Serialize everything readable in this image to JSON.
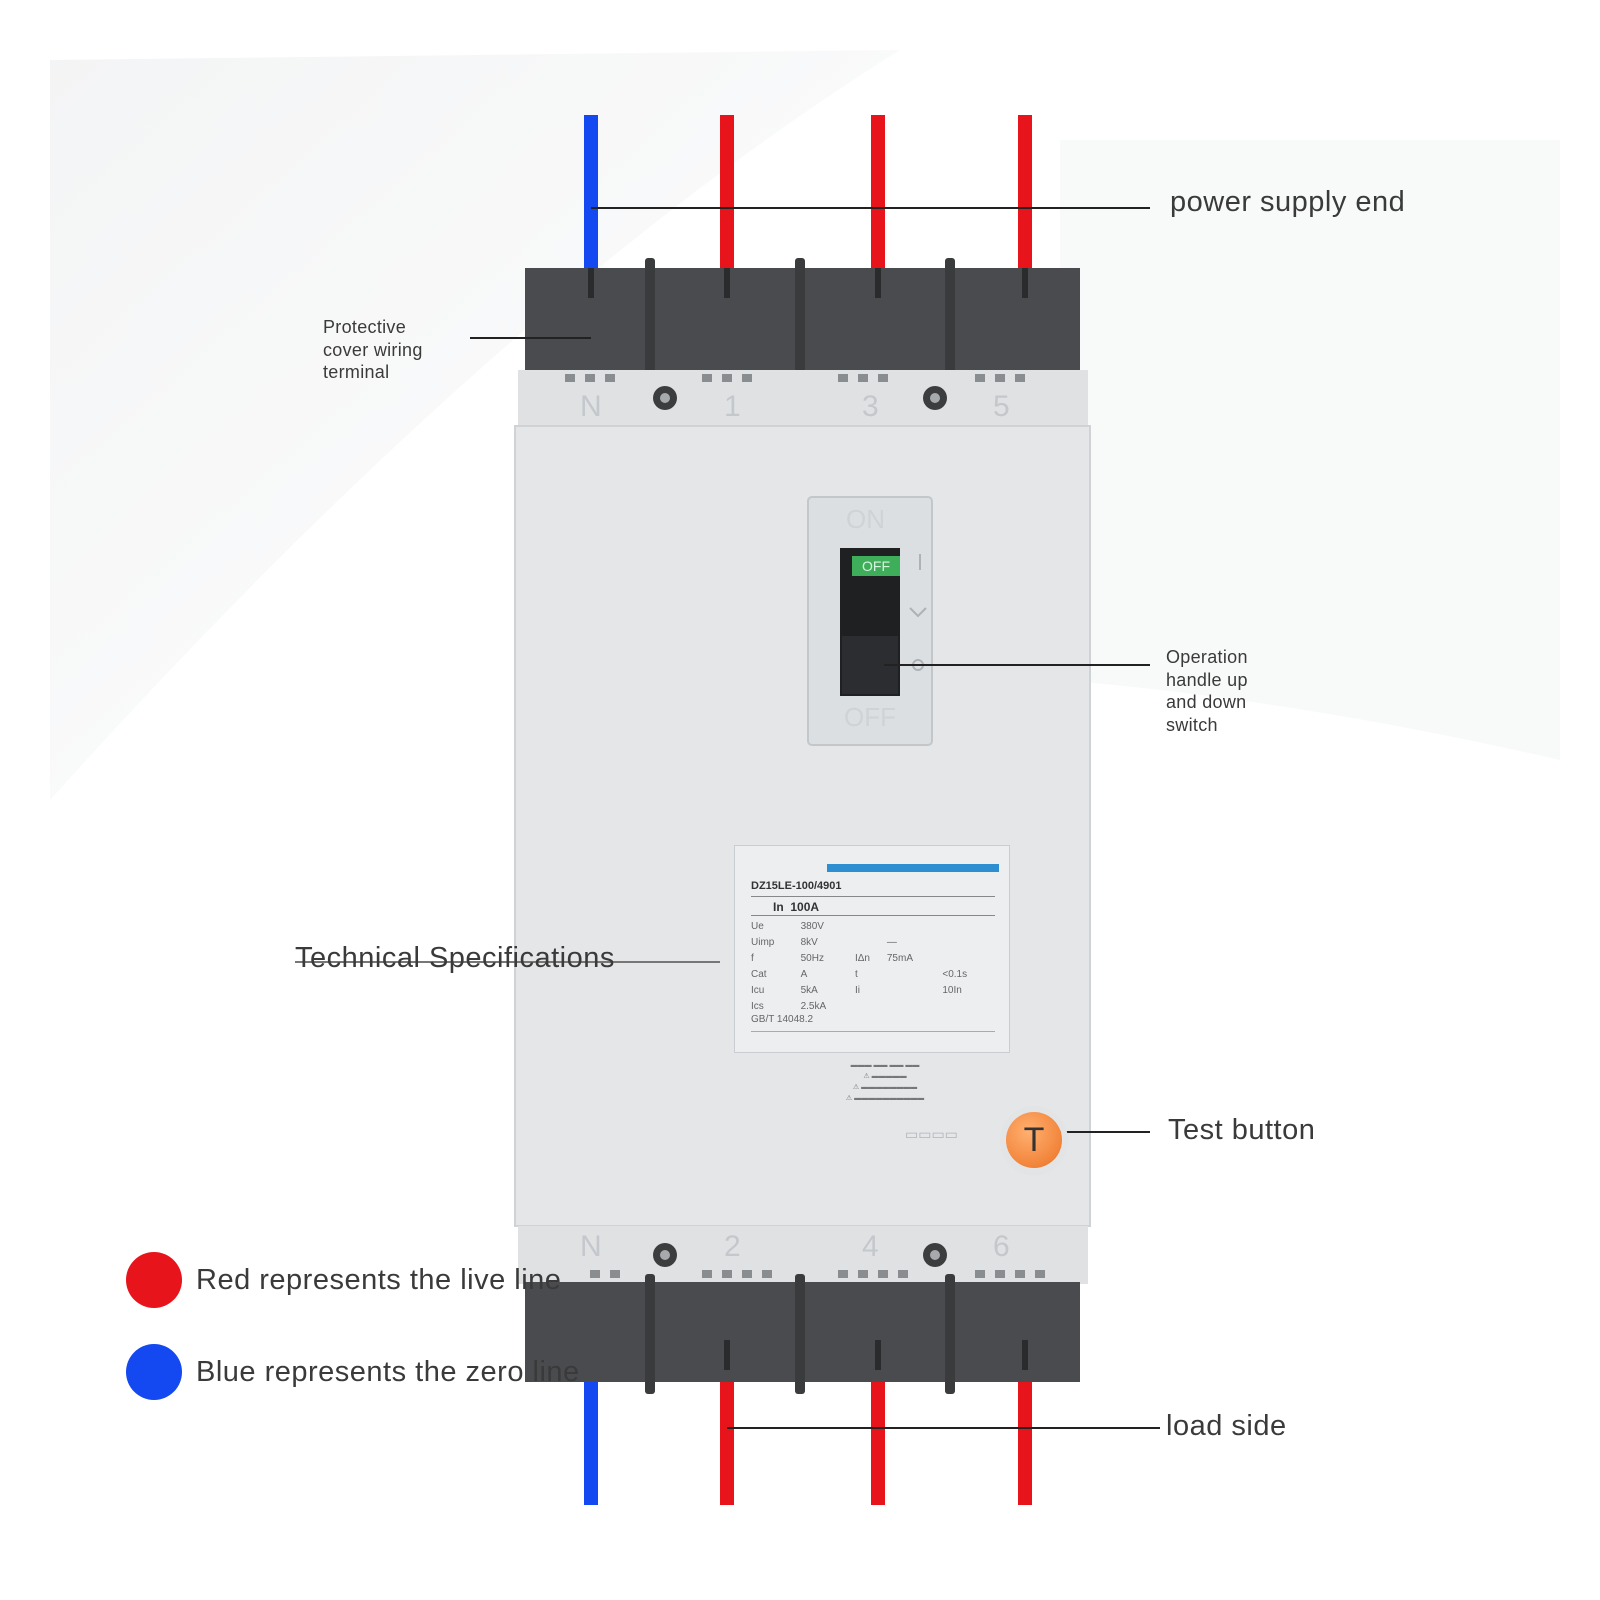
{
  "labels": {
    "power_supply_end": "power supply end",
    "protective_cover": "Protective\ncover wiring\nterminal",
    "operation_handle": "Operation\nhandle up\nand down\nswitch",
    "technical_specifications": "Technical Specifications",
    "test_button": "Test button",
    "load_side": "load side"
  },
  "legend": [
    {
      "text": "Red represents the live line",
      "color": "#e8141c"
    },
    {
      "text": "Blue represents the zero line",
      "color": "#1448f0"
    }
  ],
  "breaker": {
    "top_terminals": [
      "N",
      "1",
      "3",
      "5"
    ],
    "bottom_terminals": [
      "N",
      "2",
      "4",
      "6"
    ],
    "on_label": "ON",
    "off_label": "OFF",
    "handle_state": "OFF",
    "test_symbol": "T",
    "nameplate": {
      "model": "DZ15LE-100/4901",
      "rating_label": "In",
      "rating_value": "100A",
      "rows": [
        [
          "Ue",
          "380V",
          "",
          "",
          ""
        ],
        [
          "Uimp",
          "8kV",
          "",
          "—",
          ""
        ],
        [
          "f",
          "50Hz",
          "IΔn",
          "75mA",
          ""
        ],
        [
          "Cat",
          "A",
          "t",
          "",
          "<0.1s"
        ],
        [
          "Icu",
          "5kA",
          "Ii",
          "",
          "10In"
        ],
        [
          "Ics",
          "2.5kA",
          "",
          "",
          ""
        ]
      ],
      "standard": "GB/T 14048.2"
    }
  },
  "colors": {
    "live": "#e8141c",
    "neutral": "#1448f0",
    "cover": "#4a4b4e",
    "body": "#e4e6e8",
    "test": "#f2843a",
    "nameplate_bar": "#2e8fd0"
  }
}
